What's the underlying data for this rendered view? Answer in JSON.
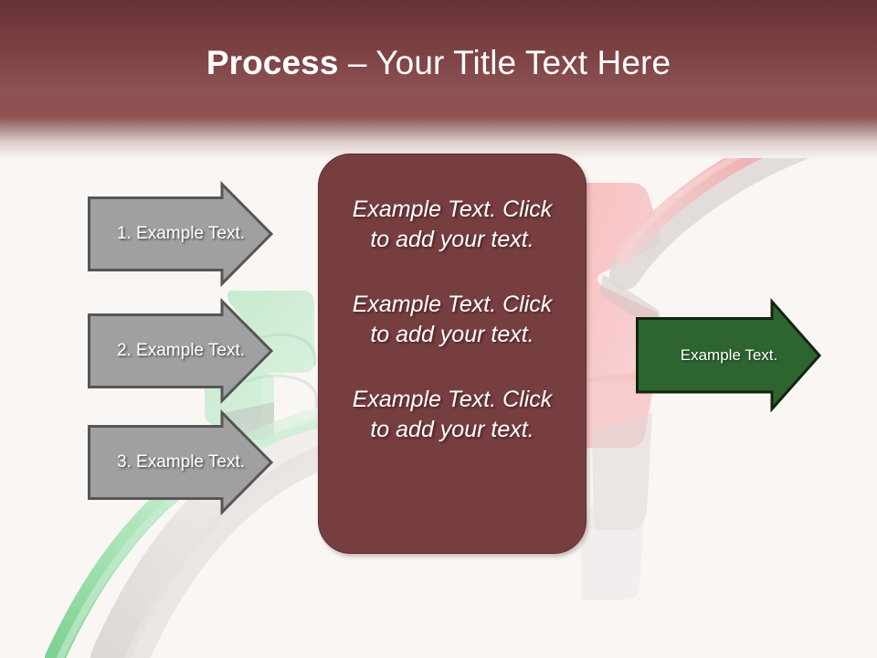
{
  "slide": {
    "title_strong": "Process",
    "title_rest": " – Your Title Text Here",
    "background_color": "#faf6f4",
    "header_color": "#7b4042"
  },
  "center_panel": {
    "fill_color": "#773e40",
    "paragraphs": [
      "Example Text. Click  to add your text.",
      "Example Text. Click  to add your text.",
      "Example Text. Click  to add your text."
    ]
  },
  "input_arrows": {
    "fill_color": "#a0a0a0",
    "border_color": "#565656",
    "items": [
      {
        "label": "1. Example Text."
      },
      {
        "label": "2. Example Text."
      },
      {
        "label": "3. Example Text."
      }
    ]
  },
  "output_arrow": {
    "fill_color": "#2d6430",
    "border_color": "#14250f",
    "label": "Example Text."
  },
  "decorations": {
    "green_cable_color": "#8fd9a0",
    "pink_cable_color": "#f0a6a6",
    "gray_cable_color": "#d8d4d2"
  }
}
